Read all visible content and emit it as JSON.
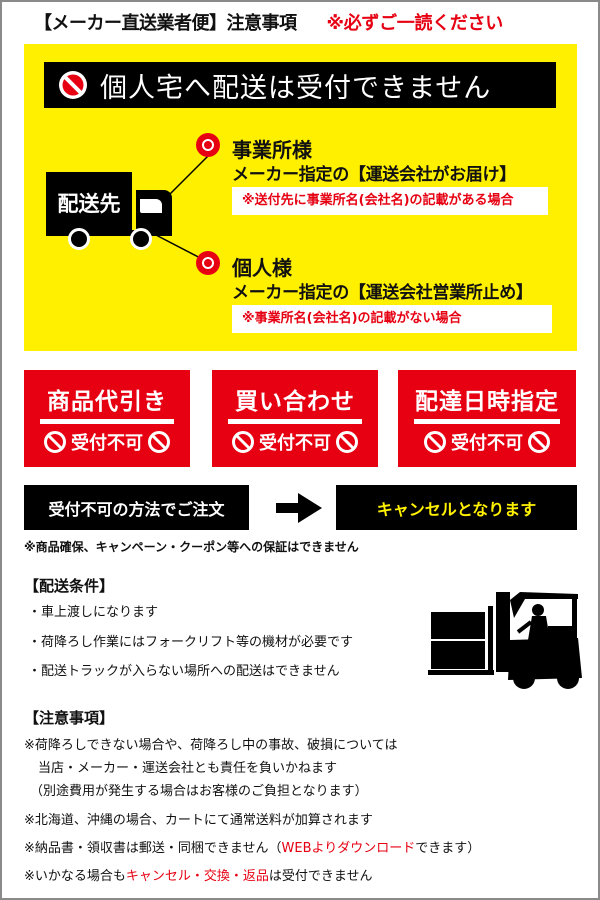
{
  "header": {
    "title": "【メーカー直送業者便】注意事項",
    "notice": "※必ずご一読ください"
  },
  "banner": {
    "icon": "prohibited-icon",
    "text": "個人宅へ配送は受付できません"
  },
  "truck": {
    "icon": "truck-icon",
    "label": "配送先"
  },
  "destinations": {
    "business": {
      "icon": "double-circle-icon",
      "name": "事業所様",
      "description": "メーカー指定の【運送会社がお届け】",
      "condition": "※送付先に事業所名(会社名)の記載がある場合"
    },
    "individual": {
      "icon": "double-circle-icon",
      "name": "個人様",
      "description": "メーカー指定の【運送会社営業所止め】",
      "condition": "※事業所名(会社名)の記載がない場合"
    }
  },
  "restrictions": [
    {
      "label": "商品代引き",
      "status": "受付不可"
    },
    {
      "label": "買い合わせ",
      "status": "受付不可"
    },
    {
      "label": "配達日時指定",
      "status": "受付不可"
    }
  ],
  "flow": {
    "left": "受付不可の方法でご注文",
    "arrow_icon": "arrow-right-icon",
    "right": "キャンセルとなります"
  },
  "guarantee_note": "※商品確保、キャンペーン・クーポン等への保証はできません",
  "delivery_conditions": {
    "title": "【配送条件】",
    "items": [
      "・車上渡しになります",
      "・荷降ろし作業にはフォークリフト等の機材が必要です",
      "・配送トラックが入らない場所への配送はできません"
    ],
    "illustration": "forklift-icon"
  },
  "notes": {
    "title": "【注意事項】",
    "line1": "※荷降ろしできない場合や、荷降ろし中の事故、破損については",
    "line2": "当店・メーカー・運送会社とも責任を負いかねます",
    "line3": "（別途費用が発生する場合はお客様のご負担となります）",
    "line4": "※北海道、沖縄の場合、カートにて通常送料が加算されます",
    "line5_prefix": "※納品書・領収書は郵送・同梱できません（",
    "line5_highlight": "WEBよりダウンロード",
    "line5_suffix": "できます）",
    "line6_prefix": "※いかなる場合も",
    "line6_highlight": "キャンセル・交換・返品",
    "line6_suffix": "は受付できません"
  },
  "colors": {
    "yellow": "#fff000",
    "red": "#e60012",
    "black": "#000000",
    "border": "#8a8a8a"
  }
}
